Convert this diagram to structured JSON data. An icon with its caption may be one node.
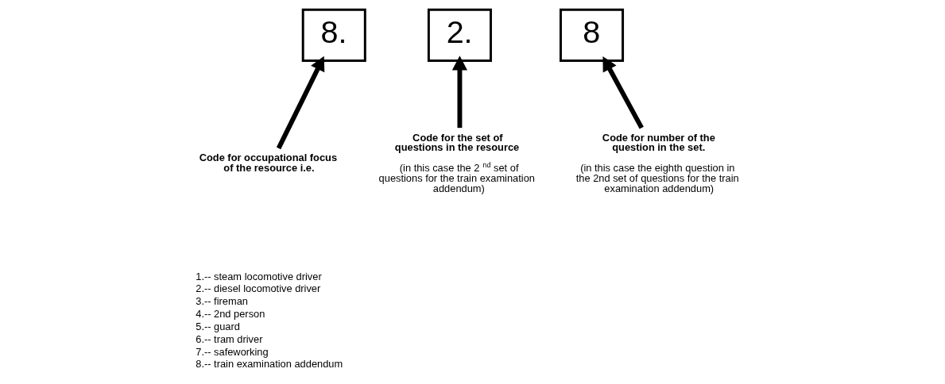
{
  "diagram": {
    "nodes": [
      {
        "text": [
          "8."
        ]
      },
      {
        "text": [
          "2."
        ]
      },
      {
        "text": [
          "8"
        ]
      },
      {
        "text": [
          "Code for occupational focus of the resource i.e."
        ]
      },
      {
        "text": [
          "Code for the set of questions in the resource",
          "(in this case the 2$^{nd}$ set of questions for the train examination addendum)"
        ]
      },
      {
        "text": [
          "Code for number of the question in the set.",
          "(in this case the eighth question in the 2nd set of questions for the train examination addendum)"
        ]
      }
    ],
    "edges": [
      {
        "from": 3,
        "to": 0,
        "arrow": "to"
      },
      {
        "from": 4,
        "to": 1,
        "arrow": "to"
      },
      {
        "from": 5,
        "to": 2,
        "arrow": "to"
      }
    ],
    "labels": [
      "1.-- steam locomotive driver",
      "2.-- diesel locomotive driver",
      "3.-- fireman",
      "4.-- 2nd person",
      "5.-- guard",
      "6.-- tram driver",
      "7.-- safeworking",
      "8.-- train examination addendum"
    ]
  }
}
